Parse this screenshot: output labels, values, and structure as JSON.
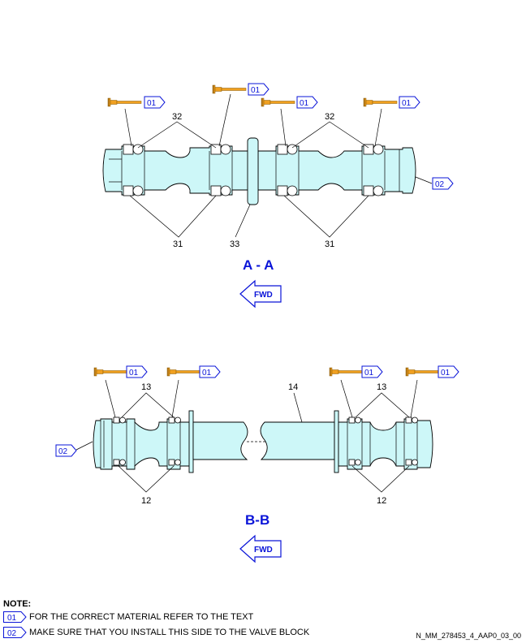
{
  "sections": [
    {
      "title": "A - A",
      "fwd_label": "FWD",
      "callouts": {
        "seal_top": "32",
        "seal_bottom_left": "31",
        "seal_bottom_right": "31",
        "flange": "33"
      },
      "flags": [
        "01",
        "01",
        "01",
        "01",
        "02"
      ]
    },
    {
      "title": "B-B",
      "fwd_label": "FWD",
      "callouts": {
        "ring_top": "13",
        "ring_top_right": "13",
        "ring_bottom_left": "12",
        "ring_bottom_right": "12",
        "tube": "14"
      },
      "flags": [
        "01",
        "01",
        "01",
        "01",
        "02"
      ]
    }
  ],
  "note": {
    "title": "NOTE:",
    "items": [
      {
        "tag": "01",
        "text": "FOR THE CORRECT MATERIAL REFER TO THE TEXT"
      },
      {
        "tag": "02",
        "text": "MAKE SURE THAT YOU INSTALL THIS SIDE TO THE VALVE BLOCK"
      }
    ]
  },
  "doc_id": "N_MM_278453_4_AAP0_03_00",
  "colors": {
    "accent": "#0a14d8",
    "shaft_fill": "#cdf7f8",
    "brush": "#f0a020"
  },
  "icons": [
    "brush-icon",
    "flag-tag-icon",
    "fwd-arrow-icon"
  ]
}
